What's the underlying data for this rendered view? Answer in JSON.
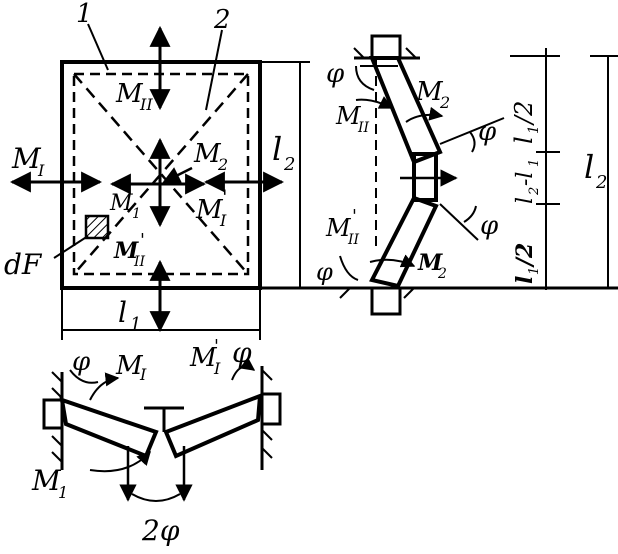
{
  "labels": {
    "num1": "1",
    "num2": "2",
    "M_II_top": "M",
    "M_II_top_sub": "II",
    "M_I_left": "M",
    "M_I_left_sub": "I",
    "M2_center": "M",
    "M2_center_sub": "2",
    "M1_center": "M",
    "M1_center_sub": "1",
    "M_I_prime_center": "M",
    "M_I_prime_center_sub": "I",
    "M_I_prime_center_mark": "'",
    "M_II_prime_center": "M",
    "M_II_prime_center_sub": "II",
    "M_II_prime_center_mark": "'",
    "dF": "dF",
    "l2_square": "l",
    "l2_square_sub": "2",
    "l1_bottom": "l",
    "l1_bottom_sub": "1",
    "phi_bottom_left": "φ",
    "M_I_bottom": "M",
    "M_I_bottom_sub": "I",
    "M_I_prime_bottom": "M",
    "M_I_prime_bottom_sub": "I",
    "M_I_prime_bottom_mark": "'",
    "phi_bottom_right": "φ",
    "M1_bottom": "M",
    "M1_bottom_sub": "1",
    "two_phi": "2φ",
    "phi_right_top": "φ",
    "M_II_right": "M",
    "M_II_right_sub": "II",
    "M2_right": "M",
    "M2_right_sub": "2",
    "phi_right_mid": "φ",
    "l1_half_top": "l",
    "l1_half_top_sub": "1",
    "l1_half_top_den": "/2",
    "l2_minus_l1": "l",
    "l2_minus_l1_sub": "2",
    "l2_minus_l1_rest": "-l",
    "l2_minus_l1_rest_sub": "1",
    "phi_right_lower": "φ",
    "M_II_prime_right": "M",
    "M_II_prime_right_sub": "II",
    "M_II_prime_right_mark": "'",
    "phi_right_bottom": "φ",
    "M2_right_bottom": "M",
    "M2_right_bottom_sub": "2",
    "l1_half_bottom": "l",
    "l1_half_bottom_sub": "1",
    "l1_half_bottom_den": "/2",
    "l2_far_right": "l",
    "l2_far_right_sub": "2"
  }
}
